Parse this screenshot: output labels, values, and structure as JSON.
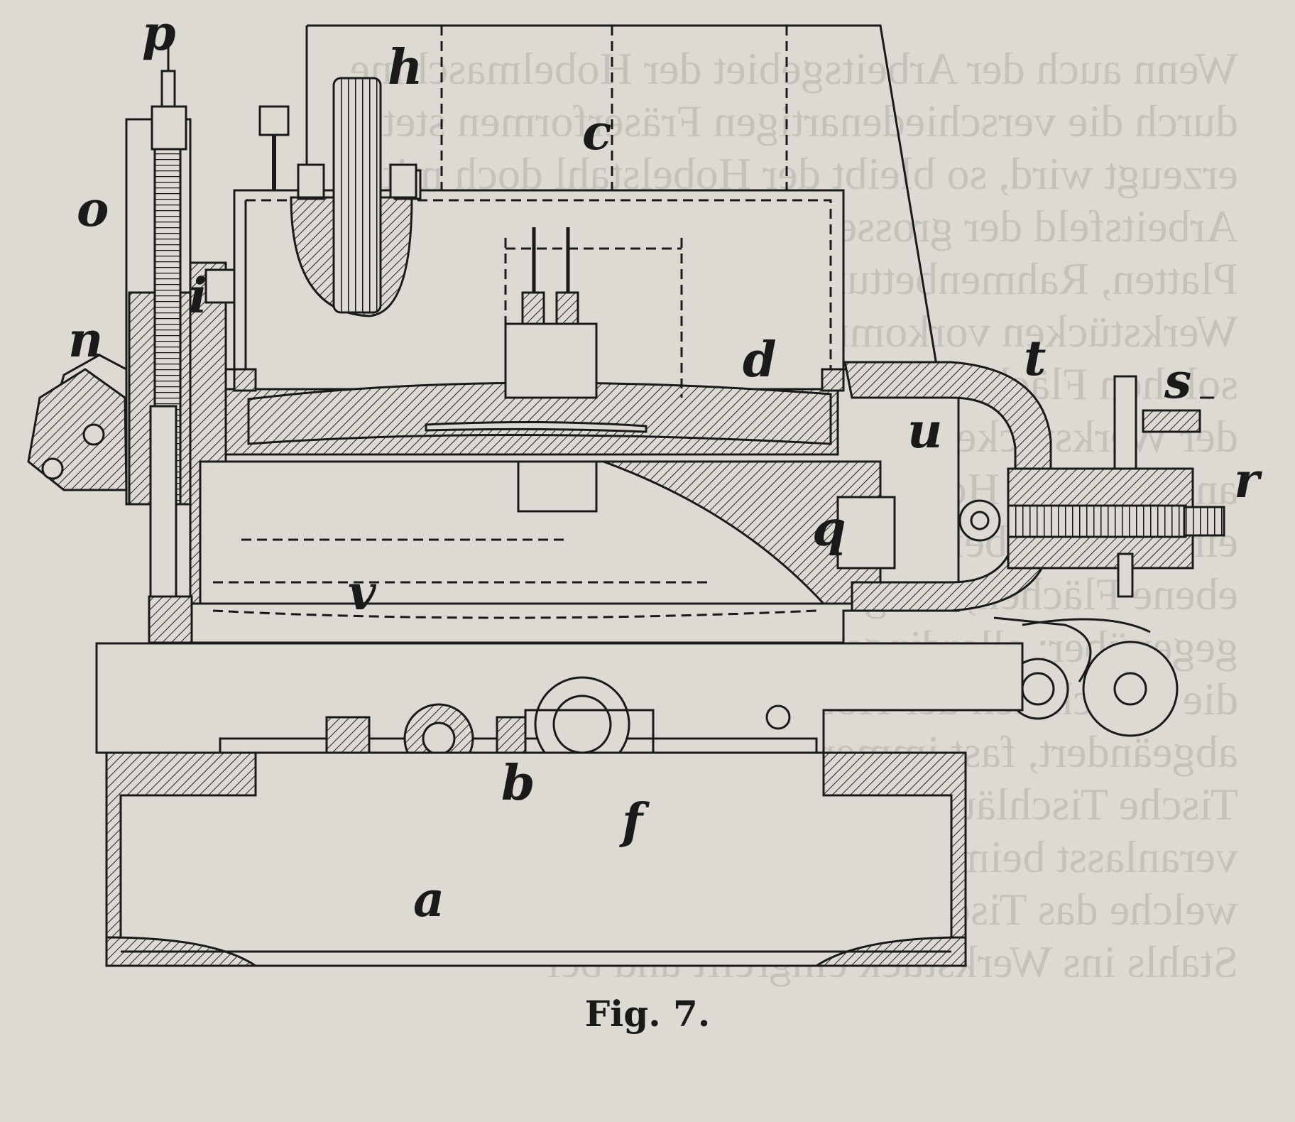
{
  "caption": "Fig. 7.",
  "labels": {
    "p": "p",
    "h": "h",
    "c": "c",
    "o": "o",
    "i": "i",
    "n": "n",
    "d": "d",
    "t": "t",
    "s": "s",
    "u": "u",
    "r": "r",
    "q": "q",
    "v": "v",
    "b": "b",
    "f": "f",
    "a": "a"
  },
  "bleed_through_text": [
    "Wenn auch der Arbeitsgebiet der Hobelmaschine",
    "durch die verschiedenartigen Fräserformen stets",
    "erzeugt wird, so bleibt der Hobelstahl doch mit",
    "Arbeitsfeld der grossen ebenen Flächen, wie sie an",
    "Platten, Rahmenbettungen, Lagern und Bänken",
    "Werkstücken vorkommen; vornehmlich auf mehreren",
    "solchen Flächen u. s. w.",
    "der Werkstücke usw. Wenn eine Maschine entworfen",
    "an Stelle der Hobelmaschine anzuordnen ist, soll",
    "einzelnen Arbeitsstücken am Werkstück mehrere",
    "ebene Flächen, die gleichzeitig bearbeitet werden",
    "gegenüber; allerdings können nur in den seltensten",
    "die Maschinen der Hobelwelle entsprechen, Schub",
    "abgeändert, fast immer als notwendig erwiesen werden",
    "Tische Tischläufe, der mit Schnittverlust",
    "veranlasst beim Hubwechsel ohne Stösse. Wessen",
    "welche das Tischwerk zu gleichem Teil des",
    "Stahls ins Werkstück eingreift und bei"
  ]
}
